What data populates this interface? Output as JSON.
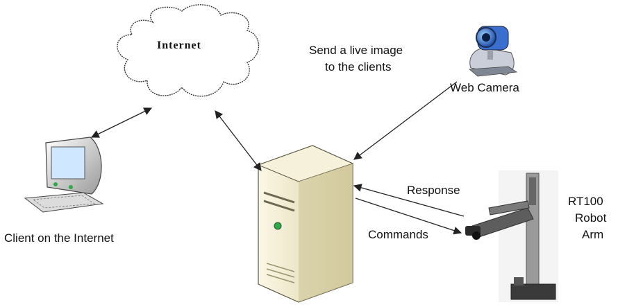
{
  "cloud": {
    "label": "Internet"
  },
  "send_text": {
    "line1": "Send a live image",
    "line2": "to the clients"
  },
  "camera": {
    "label": "Web Camera"
  },
  "client": {
    "label": "Client on the Internet"
  },
  "arrows": {
    "response": "Response",
    "commands": "Commands"
  },
  "robot": {
    "line1": "RT100",
    "line2": "Robot",
    "line3": "Arm"
  },
  "colors": {
    "line": "#222222",
    "monitor_body": "#d8d8d8",
    "server_body": "#efe9c8",
    "camera_blue": "#3a6fcf",
    "robot_metal": "#8a8a8a",
    "led": "#2fa84a"
  }
}
